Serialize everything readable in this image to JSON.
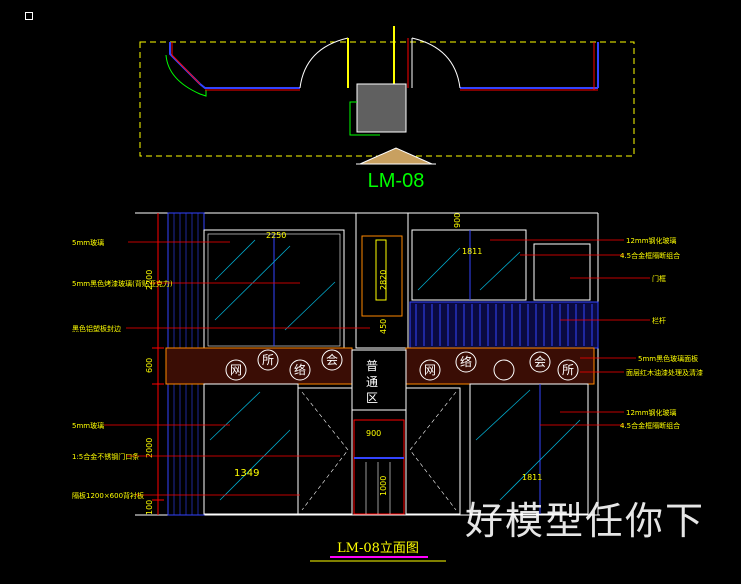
{
  "plan": {
    "tag": "LM-08"
  },
  "elevation": {
    "title": "LM-08立面图",
    "dims": {
      "top_width_left": "2250",
      "top_width_right": "1811",
      "bottom_width_left": "1349",
      "bottom_width_right": "1811",
      "h_upper": "2200",
      "h_band": "600",
      "h_lower": "2000",
      "h_base": "100",
      "small_a": "900",
      "small_b": "2820",
      "small_c": "450",
      "small_d": "900",
      "small_e": "1000"
    },
    "sign_chars_left": [
      "网",
      "络",
      "会",
      "所"
    ],
    "sign_chars_center": [
      "普",
      "通",
      "区"
    ],
    "sign_chars_right": [
      "网",
      "络",
      "会",
      "所"
    ],
    "notes_left": [
      "5mm玻璃",
      "5mm黑色烤漆玻璃(背贴亚克力)",
      "黑色铝塑板封边",
      "5mm玻璃",
      "1:5合金不锈钢门口条",
      "隔板1200×600背衬板"
    ],
    "notes_right": [
      "12mm钢化玻璃",
      "4.5合金框隔断组合",
      "门框",
      "栏杆",
      "5mm黑色玻璃面板",
      "面层红木油漆处理及清漆",
      "12mm钢化玻璃",
      "4.5合金框隔断组合"
    ]
  },
  "watermark": "好模型任你下",
  "colors": {
    "background": "#000000",
    "cad_green": "#00ff00",
    "cad_red": "#ff0000",
    "cad_blue": "#3344ff",
    "cad_cyan": "#00ffff",
    "cad_yellow": "#ffff00",
    "cad_white": "#ffffff"
  }
}
